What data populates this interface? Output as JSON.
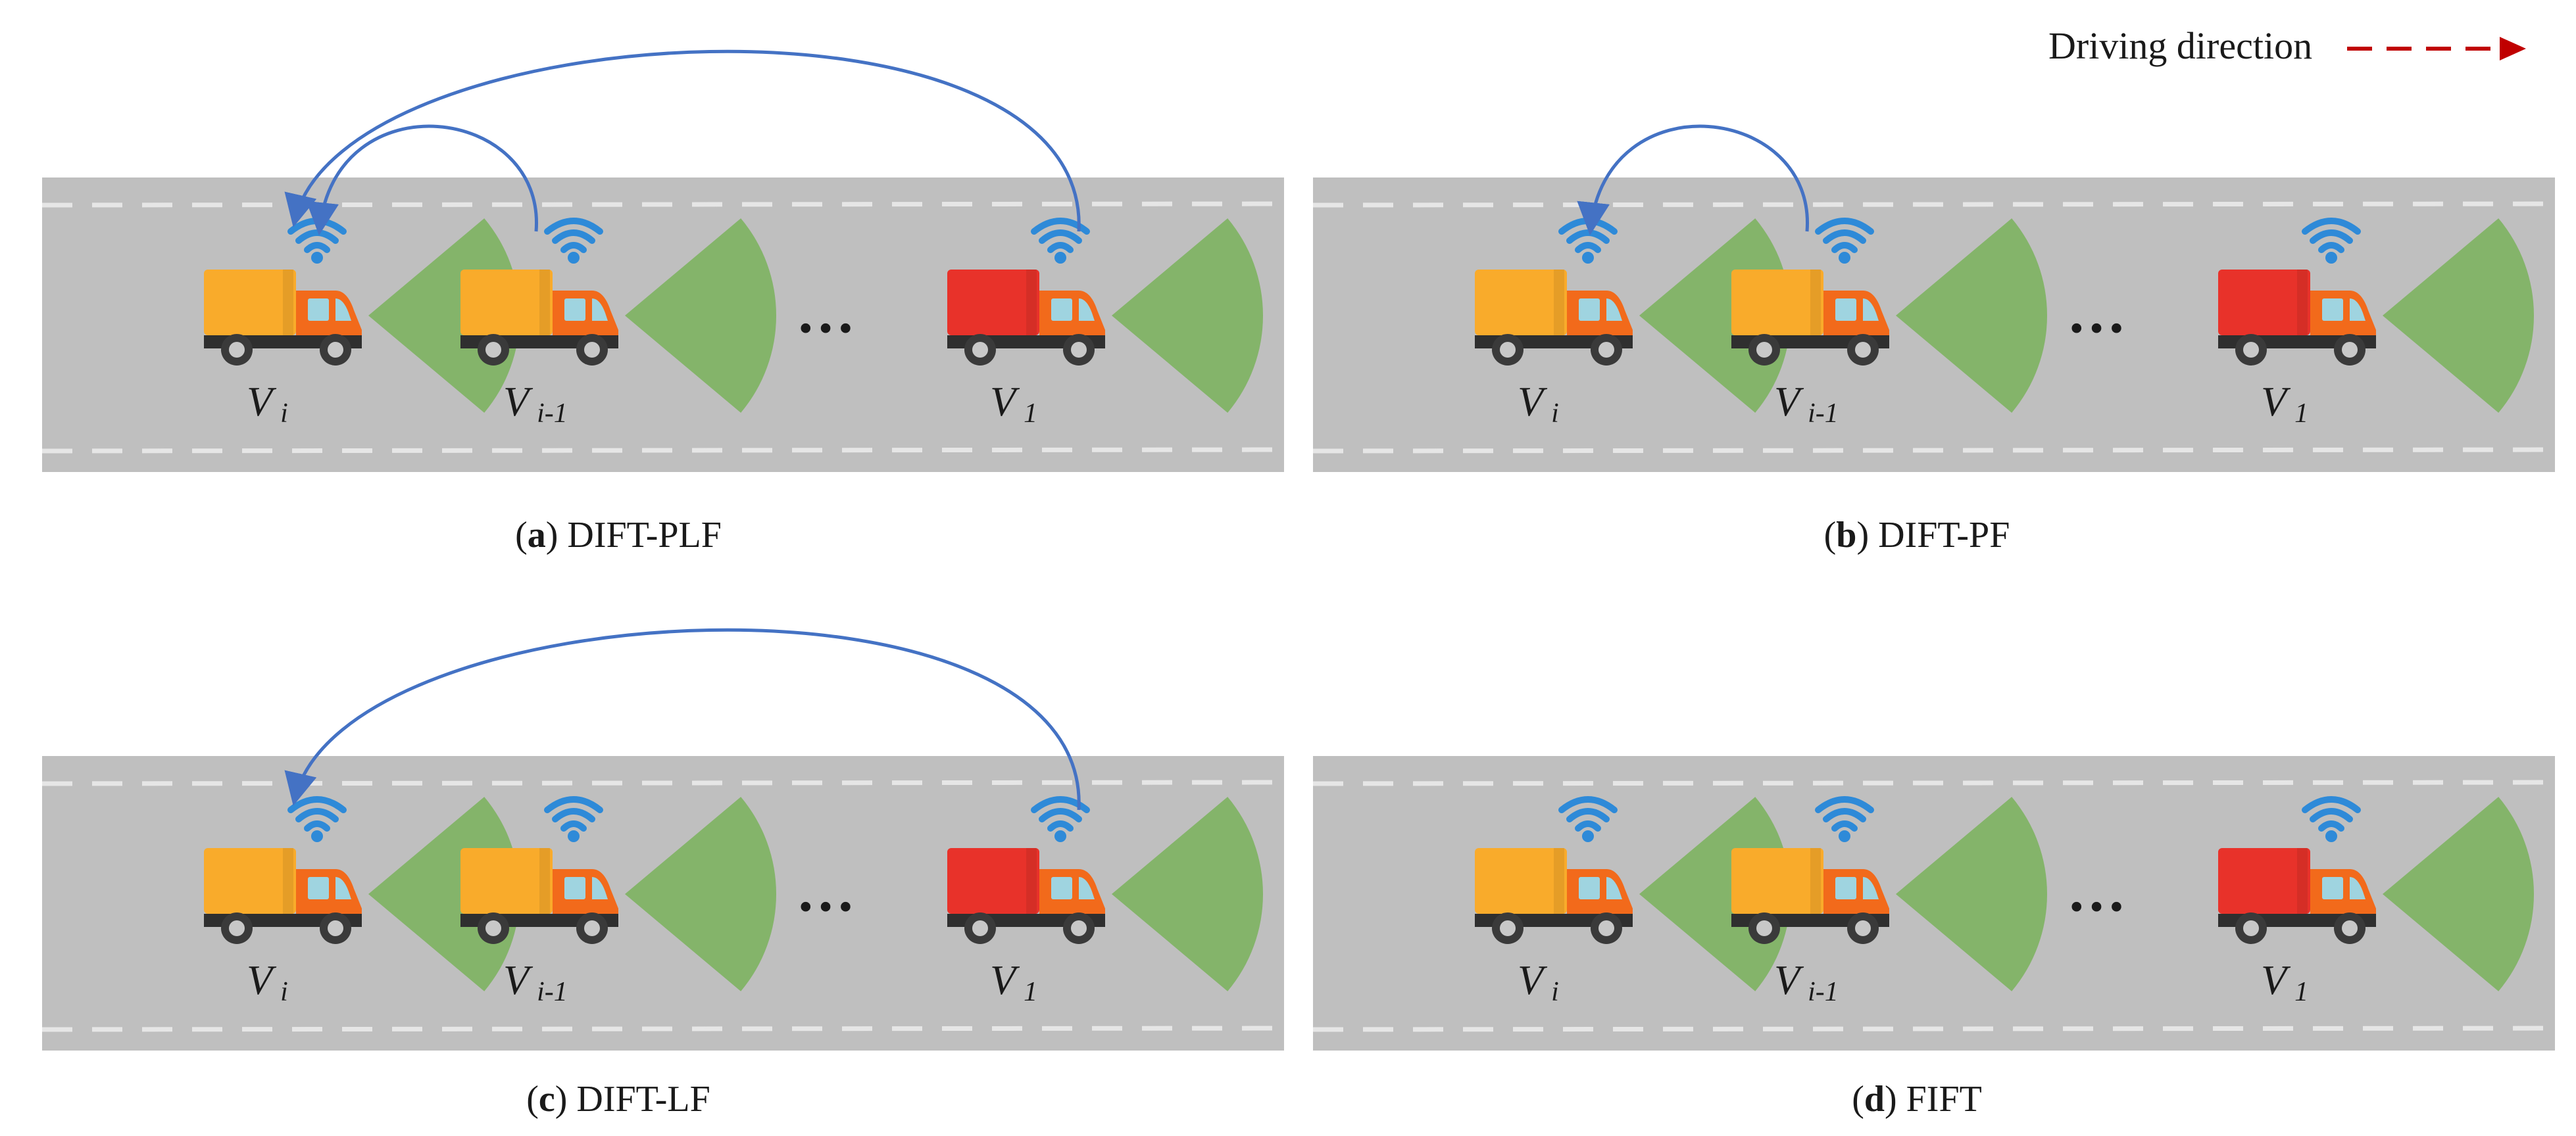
{
  "legend": {
    "text": "Driving direction",
    "arrow_color": "#c00000"
  },
  "panels": [
    {
      "id": "a",
      "letter": "a",
      "title": "DIFT-PLF",
      "links": [
        "pred",
        "leader"
      ]
    },
    {
      "id": "b",
      "letter": "b",
      "title": "DIFT-PF",
      "links": [
        "pred"
      ]
    },
    {
      "id": "c",
      "letter": "c",
      "title": "DIFT-LF",
      "links": [
        "leader"
      ]
    },
    {
      "id": "d",
      "letter": "d",
      "title": "FIFT",
      "links": []
    }
  ],
  "vehicles": [
    {
      "main": "V",
      "sub": "i",
      "cargo_color": "#f9ab2b"
    },
    {
      "main": "V",
      "sub": "i-1",
      "cargo_color": "#f9ab2b"
    },
    {
      "main": "V",
      "sub": "1",
      "cargo_color": "#e8322a"
    }
  ],
  "ellipsis": "…",
  "colors": {
    "road": "#bfbfbf",
    "lane_dash": "#e6e6e6",
    "sensor": "#84b46a",
    "link": "#4472c4",
    "wifi": "#2e8ad8",
    "cab": "#f26a1b",
    "chassis": "#2f2f2f",
    "window": "#9fd4e0"
  }
}
